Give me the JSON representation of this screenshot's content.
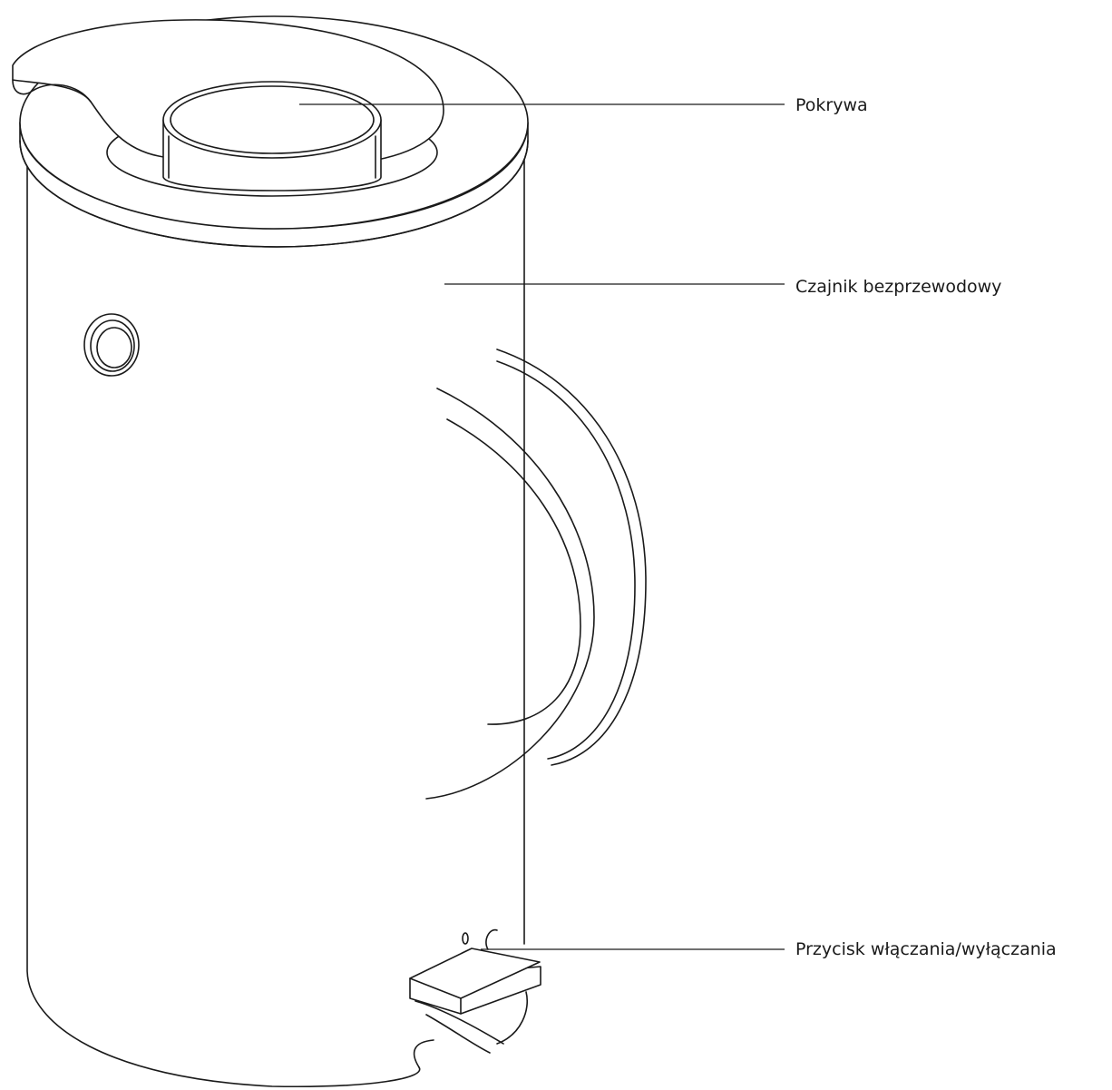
{
  "callouts": {
    "lid": "Pokrywa",
    "body": "Czajnik bezprzewodowy",
    "switch": "Przycisk włączania/wyłączania"
  },
  "colors": {
    "line": "#1a1a1a",
    "background": "#ffffff"
  }
}
